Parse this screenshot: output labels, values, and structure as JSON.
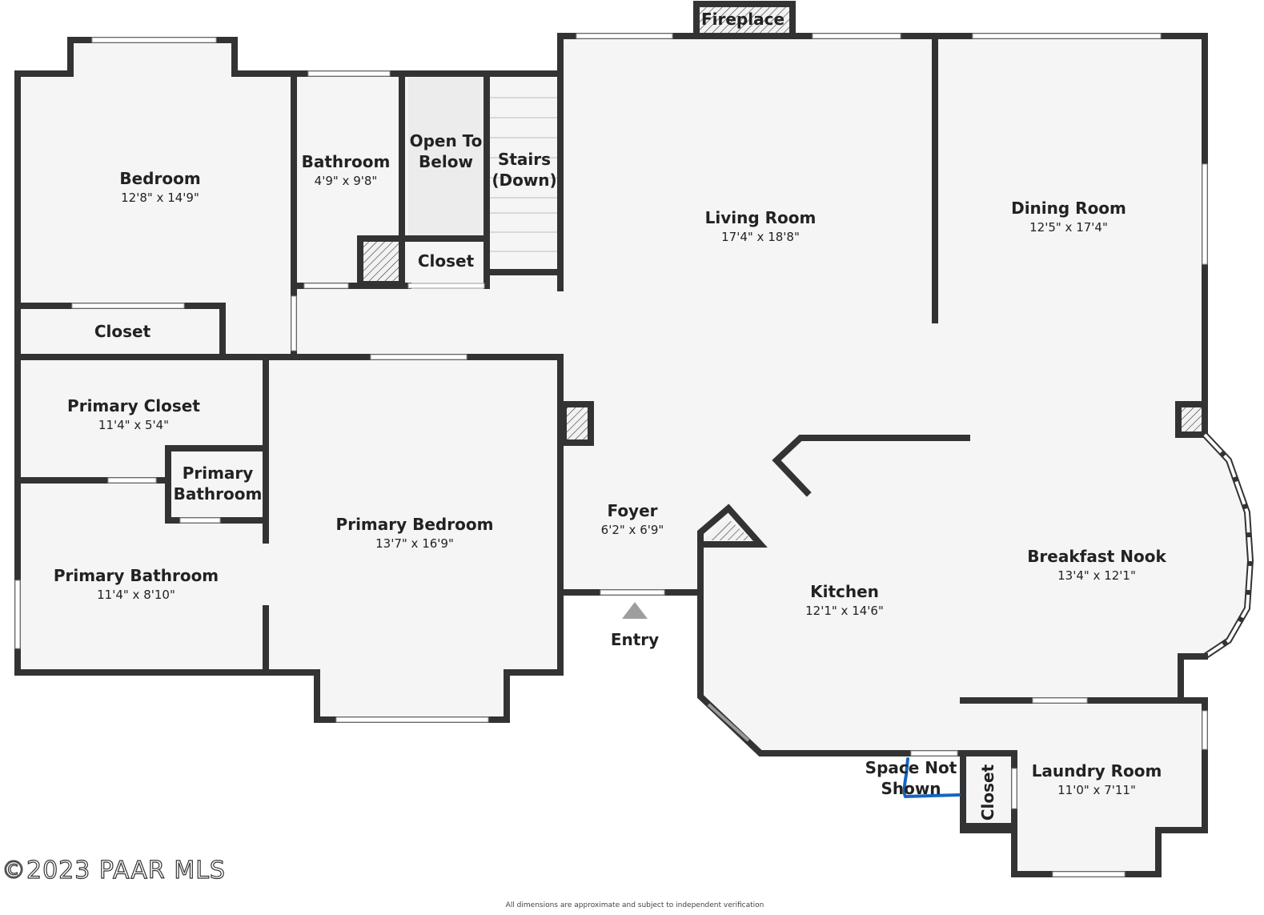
{
  "rooms": {
    "bedroom": {
      "name": "Bedroom",
      "dims": "12'8\" x 14'9\""
    },
    "bathroom": {
      "name": "Bathroom",
      "dims": "4'9\" x 9'8\""
    },
    "open_to_below": {
      "line1": "Open To",
      "line2": "Below"
    },
    "stairs": {
      "line1": "Stairs",
      "line2": "(Down)"
    },
    "closet_upper": {
      "name": "Closet"
    },
    "closet_bedroom": {
      "name": "Closet"
    },
    "fireplace": {
      "name": "Fireplace"
    },
    "living_room": {
      "name": "Living Room",
      "dims": "17'4\" x 18'8\""
    },
    "dining_room": {
      "name": "Dining Room",
      "dims": "12'5\" x 17'4\""
    },
    "primary_closet": {
      "name": "Primary Closet",
      "dims": "11'4\" x 5'4\""
    },
    "primary_bathroom_small": {
      "line1": "Primary",
      "line2": "Bathroom"
    },
    "primary_bathroom": {
      "name": "Primary Bathroom",
      "dims": "11'4\" x 8'10\""
    },
    "primary_bedroom": {
      "name": "Primary Bedroom",
      "dims": "13'7\" x 16'9\""
    },
    "foyer": {
      "name": "Foyer",
      "dims": "6'2\" x 6'9\""
    },
    "entry": {
      "name": "Entry"
    },
    "kitchen": {
      "name": "Kitchen",
      "dims": "12'1\" x 14'6\""
    },
    "breakfast_nook": {
      "name": "Breakfast Nook",
      "dims": "13'4\" x 12'1\""
    },
    "space_not_shown": {
      "line1": "Space Not",
      "line2": "Shown"
    },
    "laundry_closet": {
      "name": "Closet"
    },
    "laundry_room": {
      "name": "Laundry Room",
      "dims": "11'0\" x 7'11\""
    }
  },
  "watermark": "©2023 PAAR MLS",
  "footnote": "All dimensions are approximate and subject to independent verification",
  "colors": {
    "wall": "#333333",
    "floor": "#f5f5f5",
    "annotation": "#1565c0"
  }
}
